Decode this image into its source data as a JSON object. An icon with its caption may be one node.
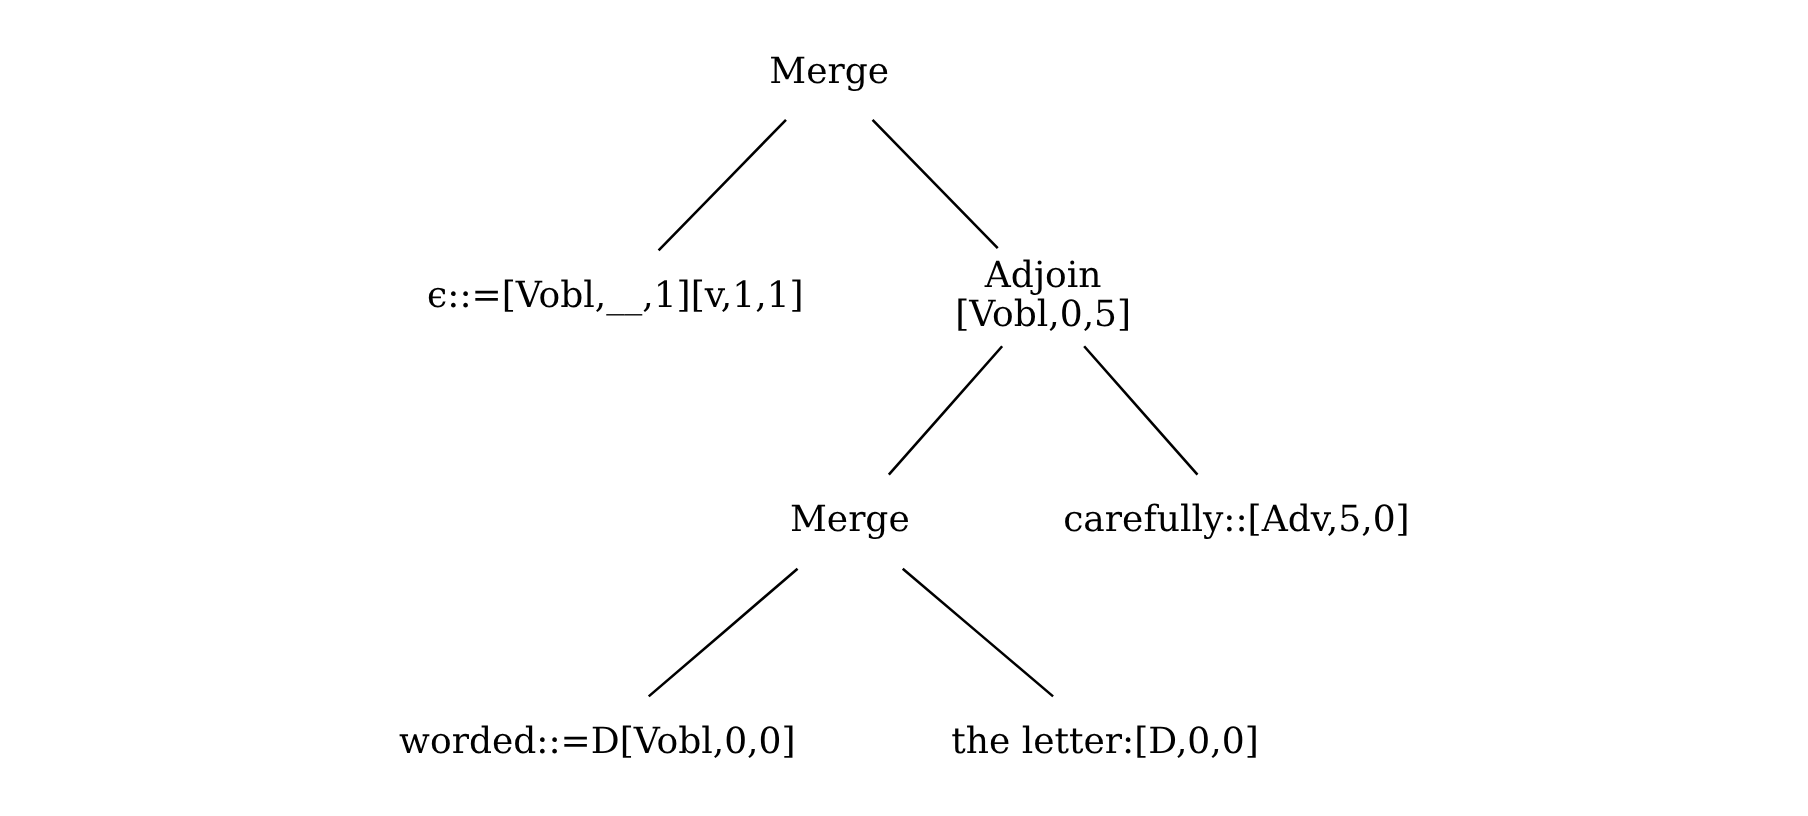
{
  "diagram": {
    "nodes": [
      {
        "text": [
          "Merge"
        ]
      },
      {
        "text": [
          "ϵ::=[Vobl,__,1][v,1,1]"
        ]
      },
      {
        "text": [
          "Adjoin",
          "[Vobl,0,5]"
        ]
      },
      {
        "text": [
          "Merge"
        ]
      },
      {
        "text": [
          "carefully::[Adv,5,0]"
        ]
      },
      {
        "text": [
          "worded::=D[Vobl,0,0]"
        ]
      },
      {
        "text": [
          "the letter:[D,0,0]"
        ]
      }
    ],
    "edges": [
      {
        "from": 0,
        "to": 1,
        "arrow": "none"
      },
      {
        "from": 0,
        "to": 2,
        "arrow": "none"
      },
      {
        "from": 2,
        "to": 3,
        "arrow": "none"
      },
      {
        "from": 2,
        "to": 4,
        "arrow": "none"
      },
      {
        "from": 3,
        "to": 5,
        "arrow": "none"
      },
      {
        "from": 3,
        "to": 6,
        "arrow": "none"
      }
    ]
  }
}
